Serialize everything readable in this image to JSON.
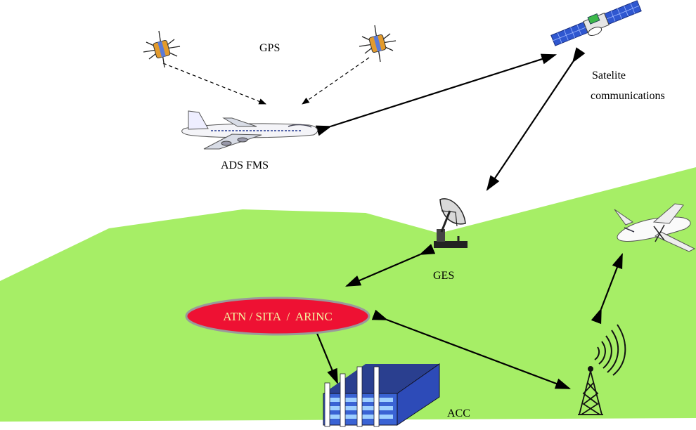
{
  "labels": {
    "gps": "GPS",
    "satcom_line1": "Satelite",
    "satcom_line2": "communications",
    "ads_fms": "ADS FMS",
    "ges": "GES",
    "network": "ATN / SITA  /  ARINC",
    "acc": "ACC"
  },
  "colors": {
    "ground": "#a6ee66",
    "network_fill": "#ee1133",
    "network_stroke": "#9a9a9a",
    "network_text": "#f4f4a0",
    "building": "#3a63d4",
    "solar_panel": "#2f57d0"
  },
  "icons": [
    "gps-satellite-icon",
    "communications-satellite-icon",
    "airliner-icon",
    "satellite-dish-icon",
    "turboprop-aircraft-icon",
    "radio-tower-icon",
    "control-center-building-icon"
  ]
}
